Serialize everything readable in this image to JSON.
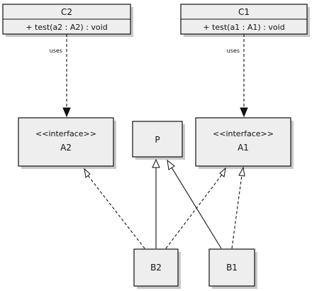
{
  "classes": {
    "c2": {
      "name": "C2",
      "operation": "+ test(a2 : A2) : void"
    },
    "c1": {
      "name": "C1",
      "operation": "+ test(a1 : A1) : void"
    },
    "a2": {
      "stereotype": "<<interface>>",
      "name": "A2"
    },
    "p": {
      "name": "P"
    },
    "a1": {
      "stereotype": "<<interface>>",
      "name": "A1"
    },
    "b2": {
      "name": "B2"
    },
    "b1": {
      "name": "B1"
    }
  },
  "relations": {
    "c2_uses_label": "uses",
    "c1_uses_label": "uses"
  }
}
